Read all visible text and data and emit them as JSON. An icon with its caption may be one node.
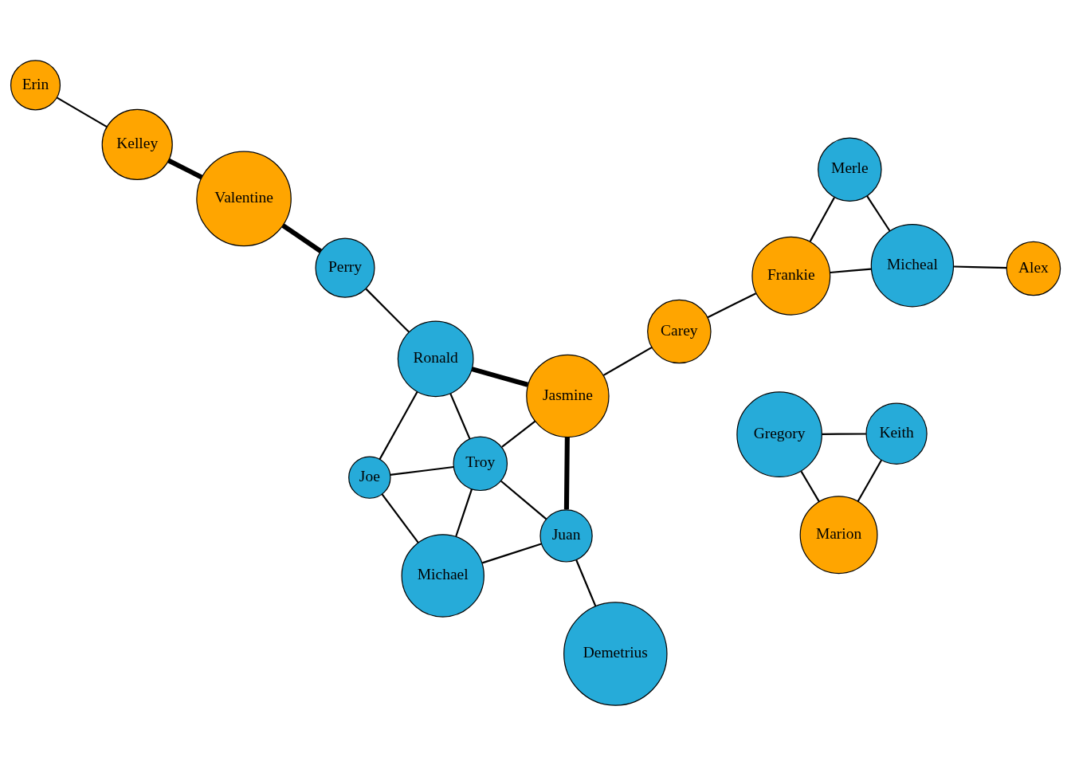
{
  "diagram": {
    "nodes": [
      {
        "text": [
          "Gregory"
        ]
      },
      {
        "text": [
          "Keith"
        ]
      },
      {
        "text": [
          "Kelley"
        ]
      },
      {
        "text": [
          "Erin"
        ]
      },
      {
        "text": [
          "Marion"
        ]
      },
      {
        "text": [
          "Valentine"
        ]
      },
      {
        "text": [
          "Perry"
        ]
      },
      {
        "text": [
          "Alex"
        ]
      },
      {
        "text": [
          "Ronald"
        ]
      },
      {
        "text": [
          "Joe"
        ]
      },
      {
        "text": [
          "Micheal"
        ]
      },
      {
        "text": [
          "Demetrius"
        ]
      },
      {
        "text": [
          "Troy"
        ]
      },
      {
        "text": [
          "Juan"
        ]
      },
      {
        "text": [
          "Merle"
        ]
      },
      {
        "text": [
          "Frankie"
        ]
      },
      {
        "text": [
          "Jasmine"
        ]
      },
      {
        "text": [
          "Michael"
        ]
      },
      {
        "text": [
          "Carey"
        ]
      }
    ],
    "edges": [
      {
        "from": 1,
        "to": 0,
        "arrow": "none"
      },
      {
        "from": 0,
        "to": 4,
        "arrow": "none"
      },
      {
        "from": 1,
        "to": 4,
        "arrow": "none"
      },
      {
        "from": 3,
        "to": 2,
        "arrow": "none"
      },
      {
        "from": 2,
        "to": 5,
        "arrow": "none",
        "style": "thick"
      },
      {
        "from": 5,
        "to": 6,
        "arrow": "none",
        "style": "thick"
      },
      {
        "from": 6,
        "to": 8,
        "arrow": "none"
      },
      {
        "from": 8,
        "to": 9,
        "arrow": "none"
      },
      {
        "from": 8,
        "to": 12,
        "arrow": "none"
      },
      {
        "from": 8,
        "to": 16,
        "arrow": "none",
        "style": "thick"
      },
      {
        "from": 9,
        "to": 12,
        "arrow": "none"
      },
      {
        "from": 9,
        "to": 17,
        "arrow": "none"
      },
      {
        "from": 12,
        "to": 16,
        "arrow": "none"
      },
      {
        "from": 12,
        "to": 13,
        "arrow": "none"
      },
      {
        "from": 12,
        "to": 17,
        "arrow": "none"
      },
      {
        "from": 16,
        "to": 13,
        "arrow": "none",
        "style": "thick"
      },
      {
        "from": 13,
        "to": 17,
        "arrow": "none"
      },
      {
        "from": 13,
        "to": 11,
        "arrow": "none"
      },
      {
        "from": 16,
        "to": 18,
        "arrow": "none"
      },
      {
        "from": 18,
        "to": 15,
        "arrow": "none"
      },
      {
        "from": 15,
        "to": 14,
        "arrow": "none"
      },
      {
        "from": 10,
        "to": 14,
        "arrow": "none"
      },
      {
        "from": 10,
        "to": 15,
        "arrow": "none"
      },
      {
        "from": 7,
        "to": 10,
        "arrow": "none"
      }
    ]
  }
}
